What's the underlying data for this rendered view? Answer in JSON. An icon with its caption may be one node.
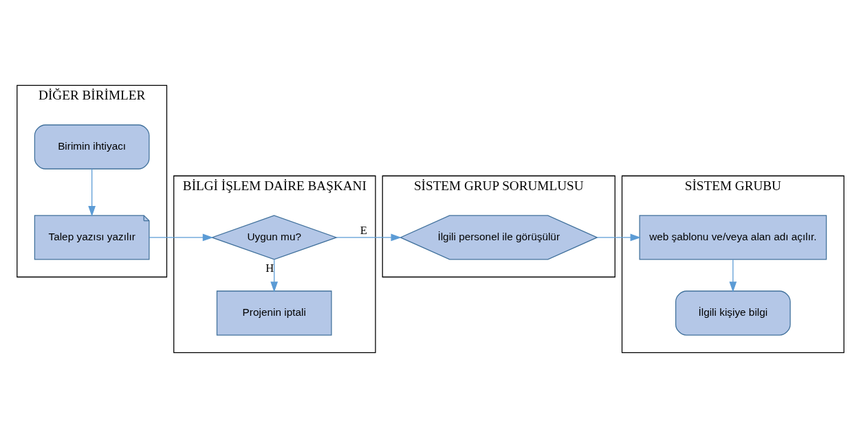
{
  "diagram": {
    "nodes": [
      {
        "text": [
          "DİĞER BİRİMLER"
        ]
      },
      {
        "text": [
          "BİLGİ İŞLEM DAİRE BAŞKANI"
        ]
      },
      {
        "text": [
          "SİSTEM GRUP SORUMLUSU"
        ]
      },
      {
        "text": [
          "SİSTEM GRUBU"
        ]
      },
      {
        "text": [
          "Birimin ihtiyacı"
        ],
        "in": 0
      },
      {
        "text": [
          "Talep yazısı yazılır"
        ],
        "in": 0
      },
      {
        "text": [
          "Uygun mu?"
        ],
        "in": 1
      },
      {
        "text": [
          "Projenin iptali"
        ],
        "in": 1
      },
      {
        "text": [
          "İlgili personel ile görüşülür"
        ],
        "in": 2
      },
      {
        "text": [
          "web şablonu ve/veya alan adı açılır."
        ],
        "in": 3
      },
      {
        "text": [
          "İlgili kişiye bilgi"
        ],
        "in": 3
      }
    ],
    "edges": [
      {
        "from": 4,
        "to": 5,
        "arrow": "to"
      },
      {
        "from": 5,
        "to": 6,
        "arrow": "to"
      },
      {
        "from": 6,
        "to": 8,
        "label": "E",
        "arrow": "to"
      },
      {
        "from": 6,
        "to": 7,
        "label": "H",
        "arrow": "to"
      },
      {
        "from": 8,
        "to": 9,
        "arrow": "to"
      },
      {
        "from": 9,
        "to": 10,
        "arrow": "to"
      }
    ]
  }
}
